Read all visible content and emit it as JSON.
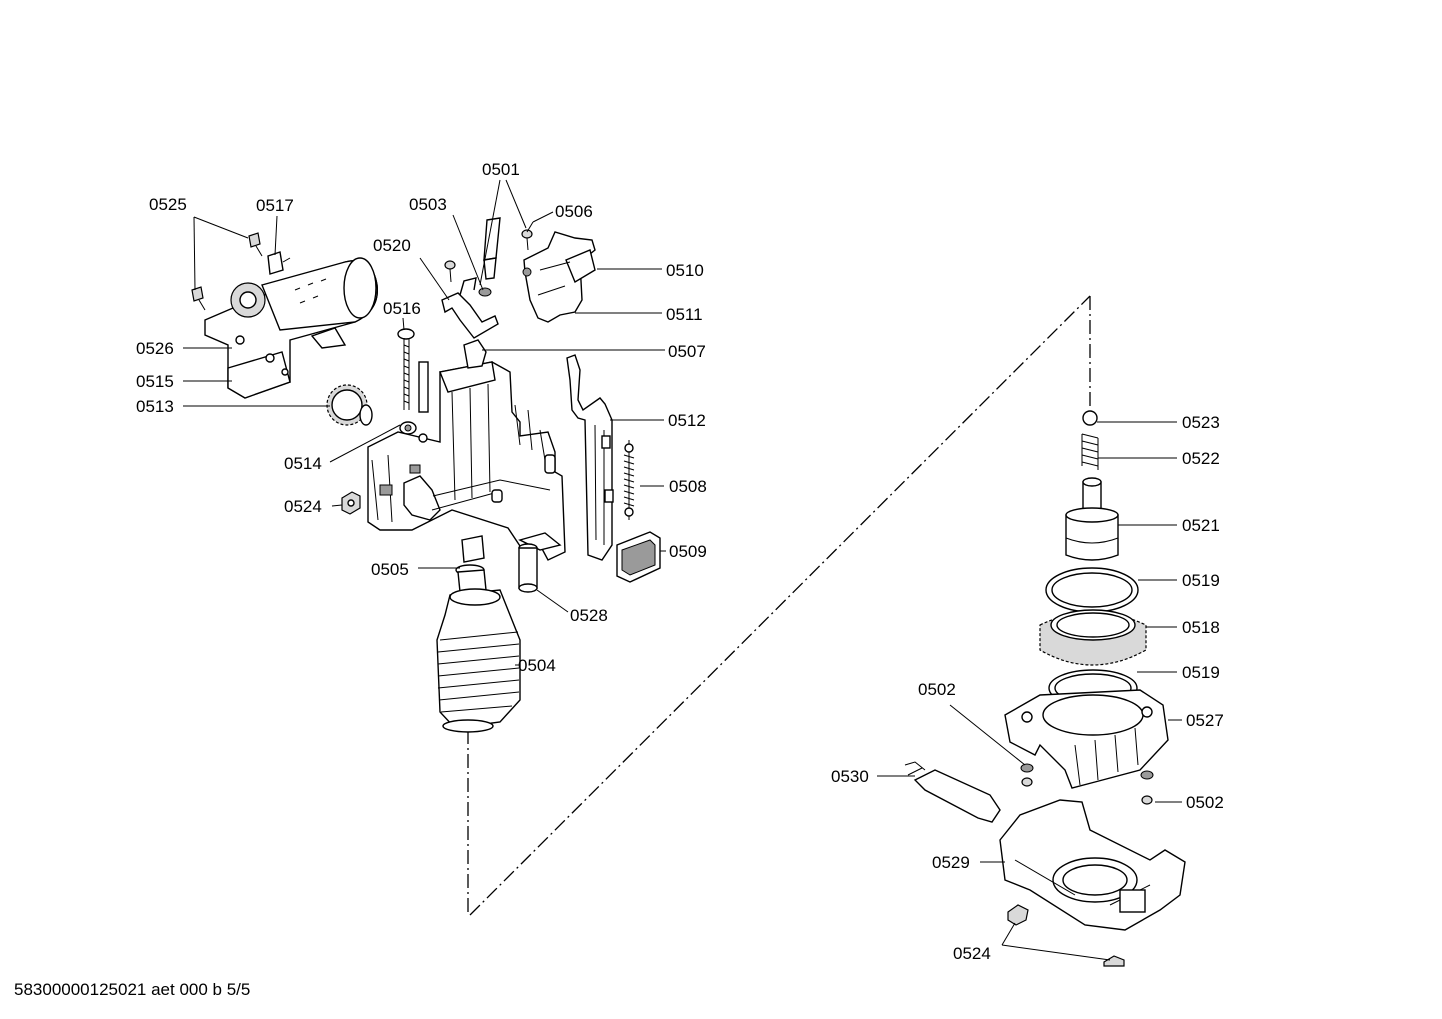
{
  "part_labels": {
    "p0501": "0501",
    "p0502a": "0502",
    "p0502b": "0502",
    "p0503": "0503",
    "p0504": "0504",
    "p0505": "0505",
    "p0506": "0506",
    "p0507": "0507",
    "p0508": "0508",
    "p0509": "0509",
    "p0510": "0510",
    "p0511": "0511",
    "p0512": "0512",
    "p0513": "0513",
    "p0514": "0514",
    "p0515": "0515",
    "p0516": "0516",
    "p0517": "0517",
    "p0518": "0518",
    "p0519a": "0519",
    "p0519b": "0519",
    "p0520": "0520",
    "p0521": "0521",
    "p0522": "0522",
    "p0523": "0523",
    "p0524a": "0524",
    "p0524b": "0524",
    "p0525": "0525",
    "p0526": "0526",
    "p0527": "0527",
    "p0528": "0528",
    "p0529": "0529",
    "p0530": "0530"
  },
  "footer": "58300000125021 aet 000 b 5/5"
}
